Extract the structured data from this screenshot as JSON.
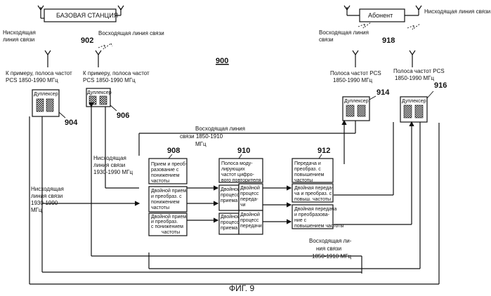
{
  "figure_number": "900",
  "caption": "ФИГ. 9",
  "base_station": {
    "label": "БАЗОВАЯ СТАНЦИЯ",
    "ref": "902"
  },
  "subscriber": {
    "label": "Абонент",
    "ref": "918"
  },
  "links_top": {
    "downlink_left_1": "Нисходящая",
    "downlink_left_2": "линия связи",
    "uplink_left": "Восходящая линия связи",
    "uplink_right_1": "Восходящая линия",
    "uplink_right_2": "связи",
    "downlink_right": "Нисходящая линия связи"
  },
  "antenna_labels": {
    "a904_1": "К примеру, полоса частот",
    "a904_2": "PCS 1850-1990  МГц",
    "a906_1": "К примеру, полоса частот",
    "a906_2": "PCS 1850-1990  МГц",
    "a914_1": "Полоса  частот PCS",
    "a914_2": "1850-1990  МГц",
    "a916_1": "Полоса  частот PCS",
    "a916_2": "1850-1990  МГц"
  },
  "duplexers": {
    "d904": {
      "label": "Дуплексер",
      "ref": "904"
    },
    "d906": {
      "label": "Дуплексер",
      "ref": "906"
    },
    "d914": {
      "label": "Дуплексер",
      "ref": "914"
    },
    "d916": {
      "label": "Дуплексер",
      "ref": "916"
    }
  },
  "side_labels": {
    "downlink_1930_a_1": "Нисходящая",
    "downlink_1930_a_2": "линия связи",
    "downlink_1930_a_3": "1930-1990  МГц",
    "downlink_1930_b_1": "Нисходящая",
    "downlink_1930_b_2": "линия связи",
    "downlink_1930_b_3": "1930-1990",
    "downlink_1930_b_4": "МГц",
    "uplink_top_1": "Восходящая линия",
    "uplink_top_2": "связи 1850-1910",
    "uplink_top_3": "МГц",
    "uplink_bottom_1": "Восходящая ли-",
    "uplink_bottom_2": "ния связи",
    "uplink_bottom_3": "1850-1910 МГц"
  },
  "blocks": {
    "b908": {
      "ref": "908",
      "row1": [
        "Прием  и  преоб-",
        "разование  с",
        "понижением",
        "частоты"
      ],
      "row2": [
        "Двойной прием",
        "и преобраз. с",
        "понижением",
        "частоты"
      ],
      "row3": [
        "Двойной прием",
        "и преобраз.",
        "с понижением",
        "частоты"
      ]
    },
    "b910": {
      "ref": "910",
      "row1": [
        "Полоса  моду-",
        "лирующих",
        "частот цифро-",
        "вого повторителя"
      ],
      "row2a": [
        "Двойной",
        "процесс",
        "приема"
      ],
      "row2b": [
        "Двойной",
        "процесс",
        "переда-",
        "чи"
      ],
      "row3a": [
        "Двойной",
        "процесс",
        "приема"
      ],
      "row3b": [
        "Двойной",
        "процесс",
        "передачи"
      ]
    },
    "b912": {
      "ref": "912",
      "row1": [
        "Передача  и",
        "преобраз.  с",
        "повышением",
        "частоты"
      ],
      "row2": [
        "Двойная  переда-",
        "ча  и  преобраз.  с",
        "повыш. частоты"
      ],
      "row3": [
        "Двойная передача",
        "и преобразова-",
        "ние с",
        "повышением частоты"
      ]
    }
  }
}
